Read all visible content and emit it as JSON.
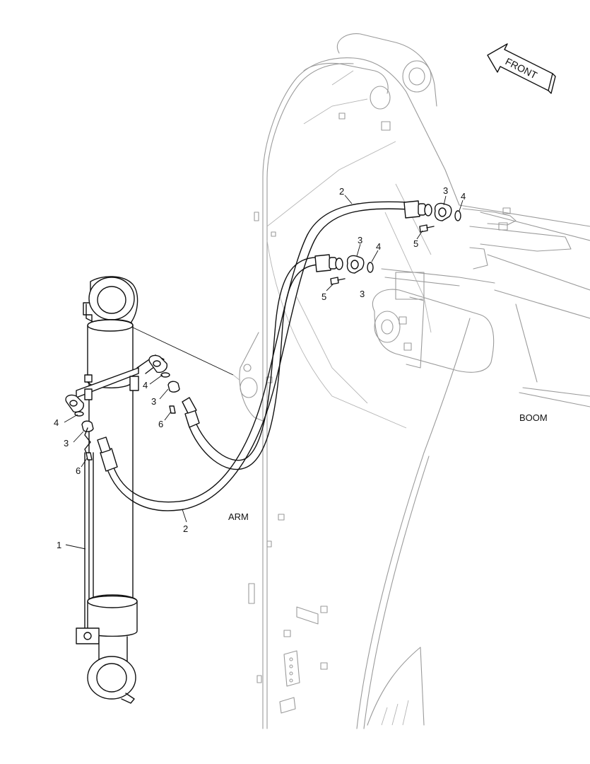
{
  "direction_marker": {
    "text": "FRONT"
  },
  "region_labels": {
    "arm": "ARM",
    "boom": "BOOM"
  },
  "callouts": {
    "c1": "1",
    "c2a": "2",
    "c2b": "2",
    "c3a": "3",
    "c3b": "3",
    "c3c": "3",
    "c3d": "3",
    "c3e": "3",
    "c4a": "4",
    "c4b": "4",
    "c4c": "4",
    "c4d": "4",
    "c5a": "5",
    "c5b": "5",
    "c6a": "6",
    "c6b": "6"
  }
}
